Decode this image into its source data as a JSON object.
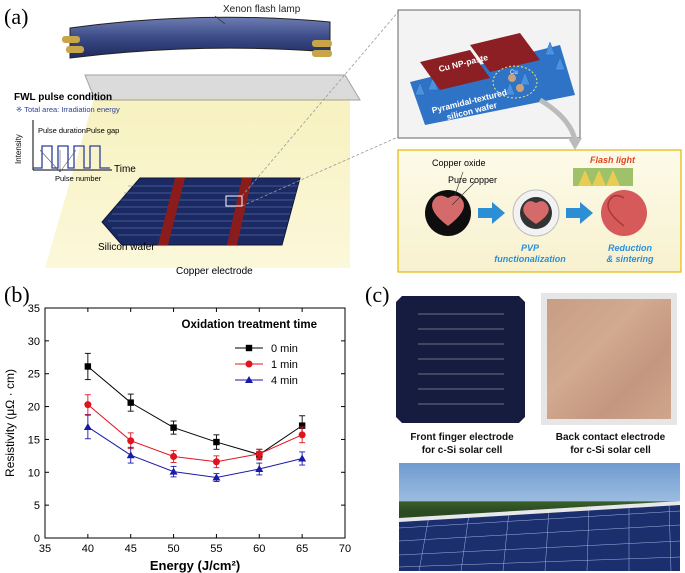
{
  "figure": {
    "panel_a": {
      "label": "(a)",
      "lamp_label": "Xenon flash lamp",
      "pulse_title": "FWL pulse condition",
      "pulse_note": "※ Total area: Irradiation energy",
      "pulse_duration": "Pulse duration",
      "pulse_gap": "Pulse gap",
      "pulse_number": "Pulse number",
      "intensity": "Intensity",
      "time": "Time",
      "silicon_wafer": "Silicon wafer",
      "copper_electrode": "Copper electrode",
      "inset_paste": "Cu NP-paste",
      "inset_wafer_line1": "Pyramidal-textured",
      "inset_wafer_line2": "silicon wafer",
      "inset_cu": "Cu",
      "copper_oxide": "Copper oxide",
      "pure_copper": "Pure copper",
      "flash_light": "Flash light",
      "pvp_line1": "PVP",
      "pvp_line2": "functionalization",
      "reduction_line1": "Reduction",
      "reduction_line2": "& sintering"
    },
    "panel_b": {
      "label": "(b)"
    },
    "panel_c": {
      "label": "(c)",
      "front_caption_1": "Front finger electrode",
      "front_caption_2": "for c-Si solar cell",
      "back_caption_1": "Back contact electrode",
      "back_caption_2": "for c-Si solar cell"
    }
  },
  "chart_data": {
    "type": "line",
    "title": "Oxidation treatment time",
    "xlabel": "Energy (J/cm²)",
    "ylabel": "Resistivity (μΩ · cm)",
    "xlim": [
      35,
      70
    ],
    "ylim": [
      0,
      35
    ],
    "xticks": [
      35,
      40,
      45,
      50,
      55,
      60,
      65,
      70
    ],
    "yticks": [
      0,
      5,
      10,
      15,
      20,
      25,
      30,
      35
    ],
    "x": [
      40,
      45,
      50,
      55,
      60,
      65
    ],
    "legend_position": "top-right",
    "grid": false,
    "series": [
      {
        "name": "0 min",
        "color": "#000000",
        "marker": "square",
        "values": [
          26.1,
          20.6,
          16.8,
          14.6,
          12.7,
          17.1
        ],
        "errors": [
          2.0,
          1.3,
          1.0,
          1.1,
          0.8,
          1.5
        ]
      },
      {
        "name": "1 min",
        "color": "#e0141e",
        "marker": "circle",
        "values": [
          20.3,
          14.8,
          12.4,
          11.6,
          12.8,
          15.7
        ],
        "errors": [
          1.5,
          1.2,
          0.9,
          0.9,
          0.7,
          1.2
        ]
      },
      {
        "name": "4 min",
        "color": "#1a1aa8",
        "marker": "triangle",
        "values": [
          16.9,
          12.6,
          10.1,
          9.2,
          10.5,
          12.1
        ],
        "errors": [
          1.8,
          1.2,
          0.8,
          0.6,
          0.9,
          1.0
        ]
      }
    ]
  }
}
